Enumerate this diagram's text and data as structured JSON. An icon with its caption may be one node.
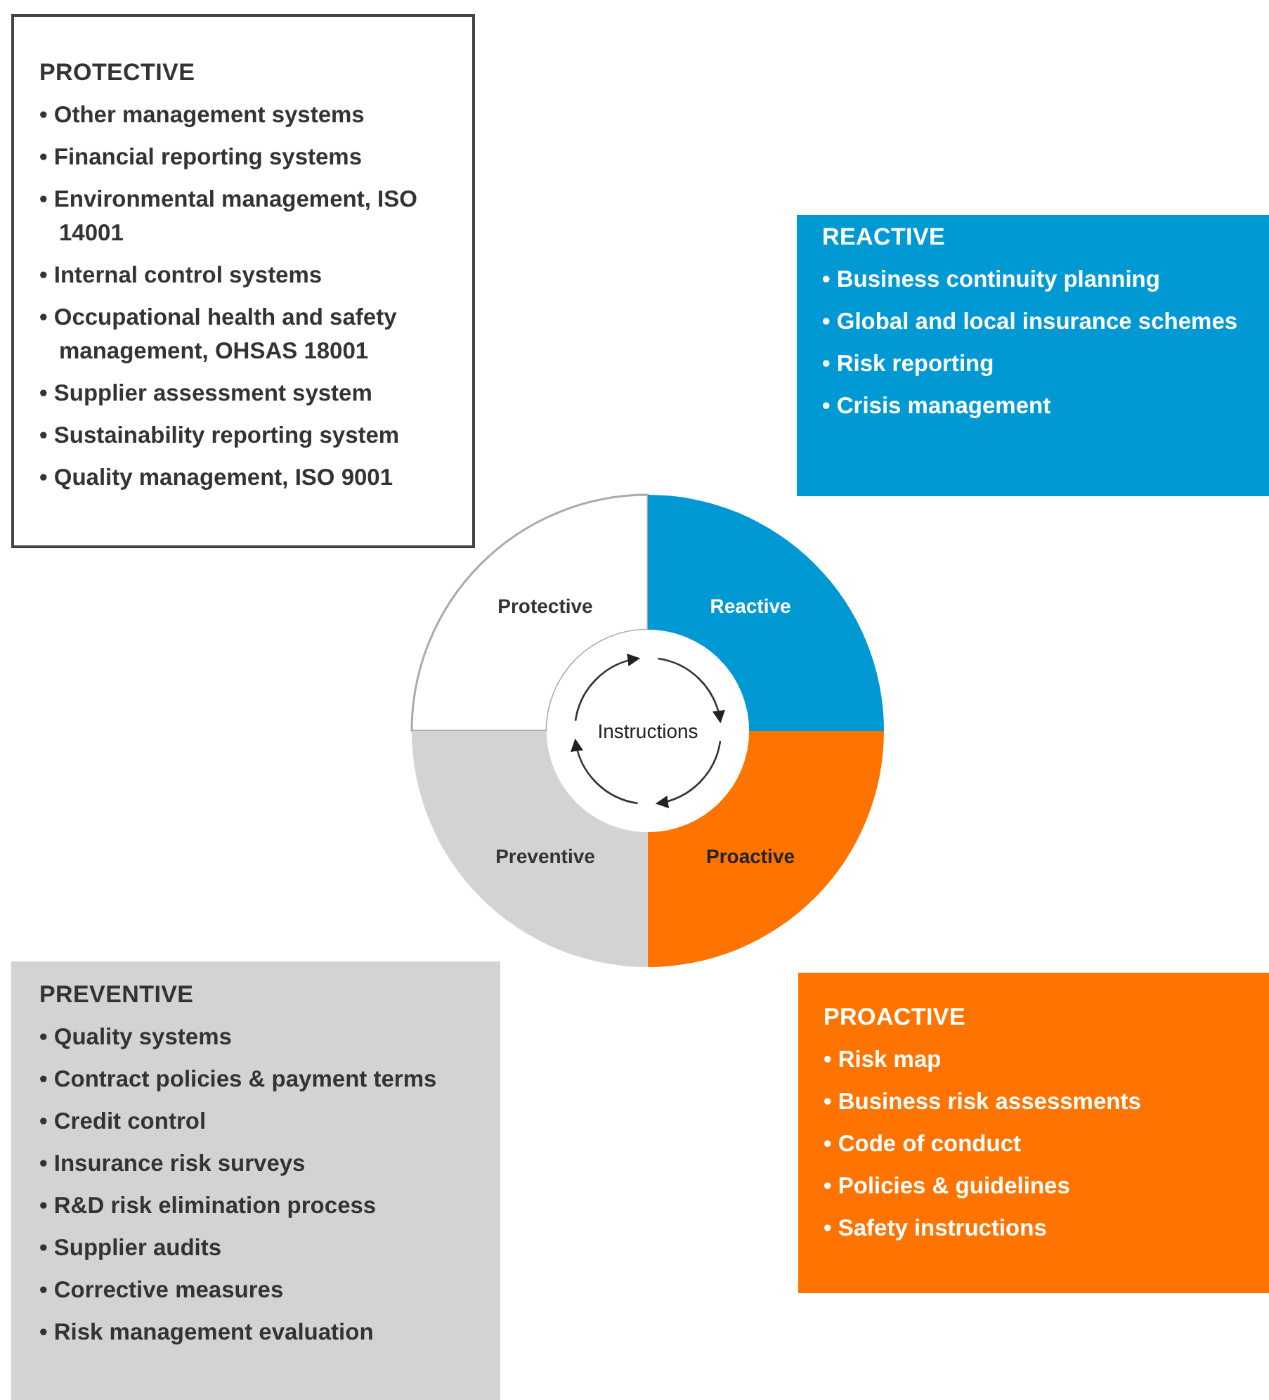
{
  "diagram": {
    "nodes": [
      {
        "text": [
          "PROTECTIVE",
          "• Other management systems",
          "• Financial reporting systems",
          "• Environmental management, ISO 14001",
          "• Internal control systems",
          "• Occupational health and safety management, OHSAS 18001",
          "• Supplier assessment system",
          "• Sustainability reporting system",
          "• Quality management, ISO 9001"
        ]
      },
      {
        "text": [
          "REACTIVE",
          "• Business continuity planning",
          "• Global and local insurance schemes",
          "• Risk reporting",
          "• Crisis management"
        ]
      },
      {
        "text": [
          "Protective"
        ]
      },
      {
        "text": [
          "Reactive"
        ]
      },
      {
        "text": [
          "Instructions"
        ]
      },
      {
        "text": [
          "Preventive"
        ]
      },
      {
        "text": [
          "Proactive"
        ]
      },
      {
        "text": [
          "PREVENTIVE",
          "• Quality systems",
          "• Contract policies & payment terms",
          "• Credit control",
          "• Insurance risk surveys",
          "• R&D risk elimination process",
          "• Supplier audits",
          "• Corrective measures",
          "• Risk management evaluation"
        ]
      },
      {
        "text": [
          "PROACTIVE",
          "• Risk map",
          "• Business risk assessments",
          "• Code of conduct",
          "• Policies & guidelines",
          "• Safety instructions"
        ]
      }
    ]
  }
}
